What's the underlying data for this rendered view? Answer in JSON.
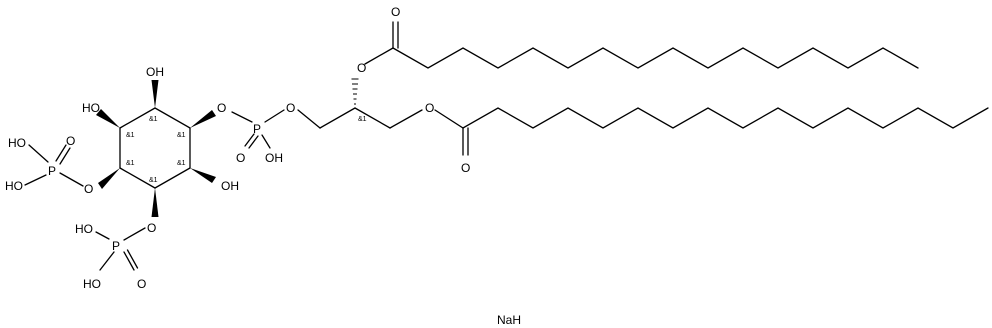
{
  "structure": {
    "ring_substituents": {
      "oh_top": "OH",
      "oh_left": "HO",
      "oh_right": "OH",
      "o_ester_phosphate": "O",
      "o_phos4": "O",
      "o_phos5": "O"
    },
    "phosphate_left": {
      "p": "P",
      "oh1": "HO",
      "oh2": "HO",
      "o_double": "O"
    },
    "phosphate_bottom": {
      "p": "P",
      "oh1": "HO",
      "oh2": "HO",
      "o_double": "O"
    },
    "phosphate_bridge": {
      "p": "P",
      "o_double": "O",
      "oh": "OH",
      "o_glycerol": "O"
    },
    "glycerol": {
      "o_sn2": "O",
      "o_sn1": "O",
      "carbonyl_top": "O",
      "carbonyl_bottom": "O"
    },
    "stereo_labels": [
      "&1",
      "&1",
      "&1",
      "&1",
      "&1",
      "&1",
      "&1"
    ],
    "counterion": "NaH"
  }
}
